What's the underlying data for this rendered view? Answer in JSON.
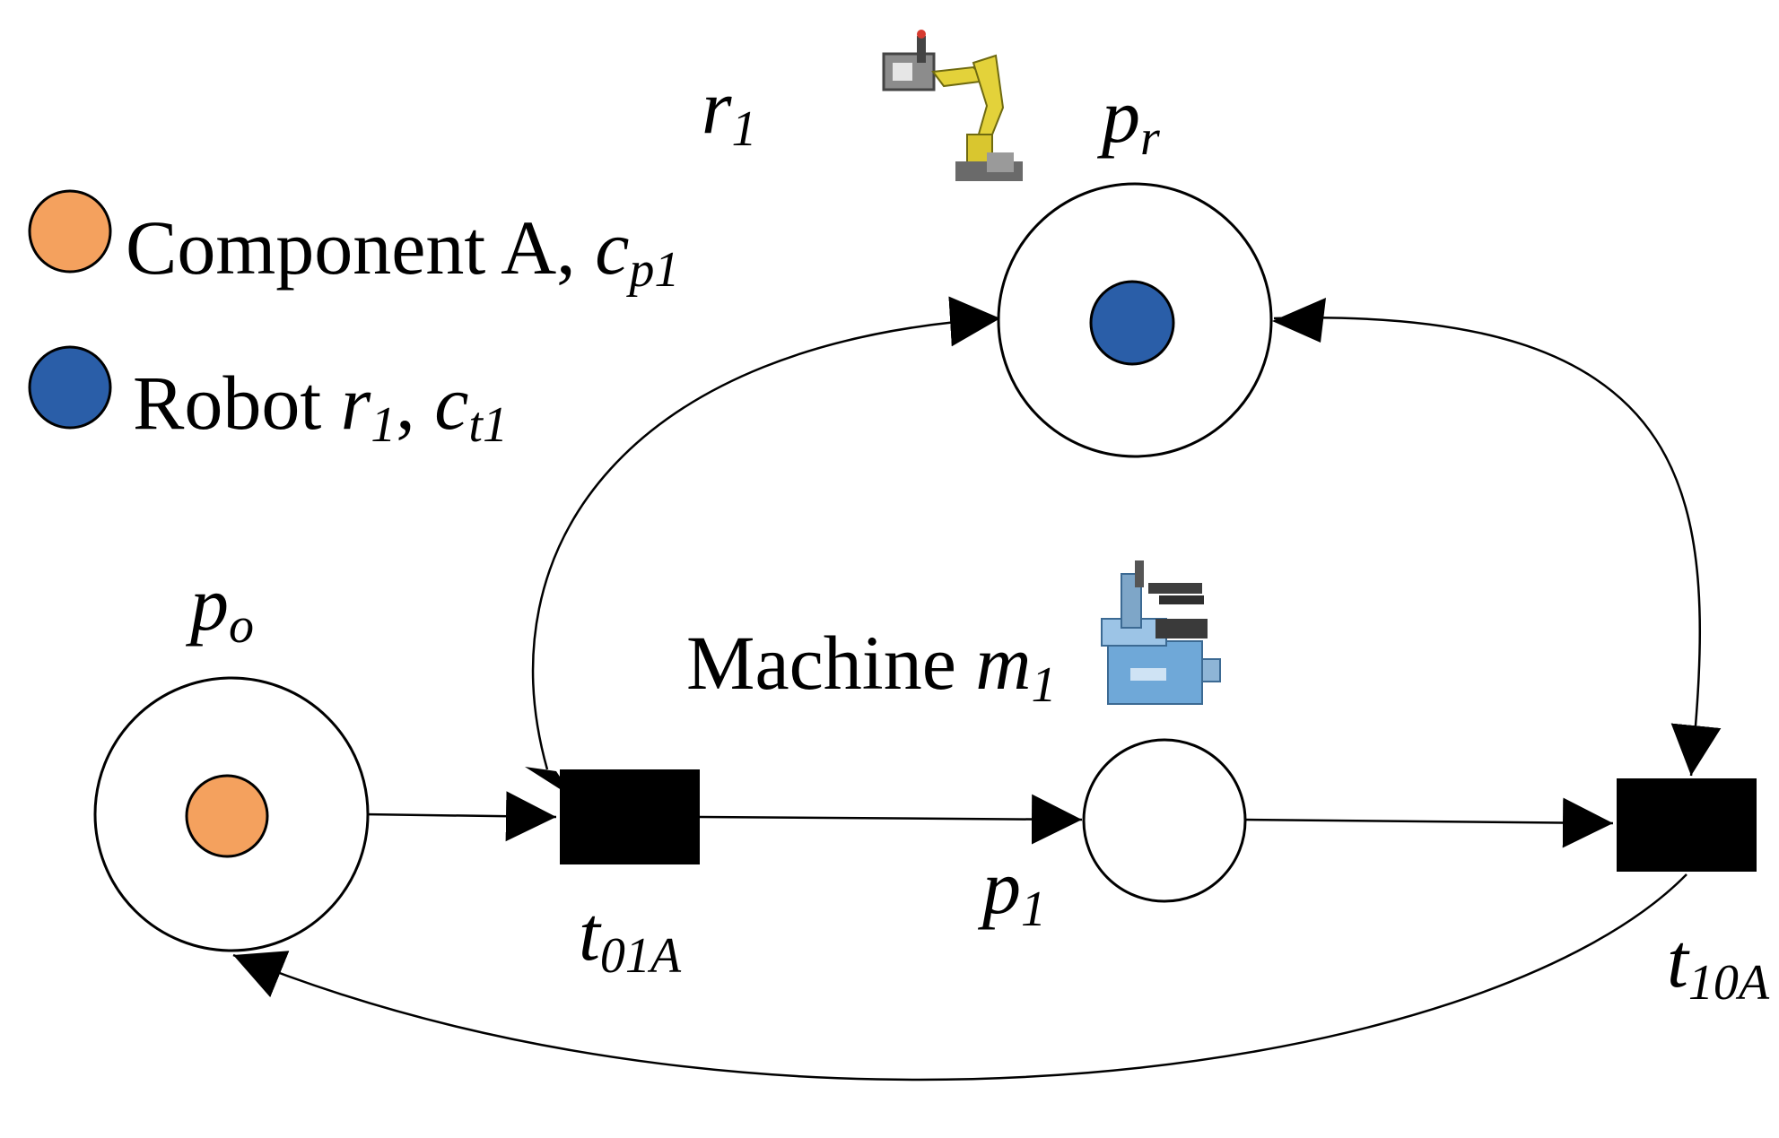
{
  "colors": {
    "component_token": "#F4A15E",
    "robot_token": "#2A5EA8",
    "stroke": "#000000",
    "background": "#FFFFFF"
  },
  "legend": {
    "component": {
      "text": "Component A, ",
      "var": "c",
      "sub": "p1"
    },
    "robot": {
      "text": "Robot ",
      "var": "r",
      "sub": "1",
      "sep": ", ",
      "var2": "c",
      "sub2": "t1"
    }
  },
  "labels": {
    "robot_name": {
      "var": "r",
      "sub": "1"
    },
    "machine": {
      "text": "Machine ",
      "var": "m",
      "sub": "1"
    }
  },
  "places": [
    {
      "id": "po",
      "var": "p",
      "sub": "o",
      "token": "component"
    },
    {
      "id": "pr",
      "var": "p",
      "sub": "r",
      "token": "robot"
    },
    {
      "id": "p1",
      "var": "p",
      "sub": "1",
      "token": null
    }
  ],
  "transitions": [
    {
      "id": "t01A",
      "var": "t",
      "sub": "01A"
    },
    {
      "id": "t10A",
      "var": "t",
      "sub": "10A"
    }
  ],
  "arcs": [
    {
      "from": "po",
      "to": "t01A"
    },
    {
      "from": "t01A",
      "to": "p1"
    },
    {
      "from": "p1",
      "to": "t10A"
    },
    {
      "from": "t10A",
      "to": "po"
    },
    {
      "from": "pr",
      "to": "t01A"
    },
    {
      "from": "t01A",
      "to": "pr"
    },
    {
      "from": "pr",
      "to": "t10A"
    },
    {
      "from": "t10A",
      "to": "pr"
    }
  ],
  "icons": {
    "robot": "robot-arm-icon",
    "machine": "machine-tool-icon"
  }
}
